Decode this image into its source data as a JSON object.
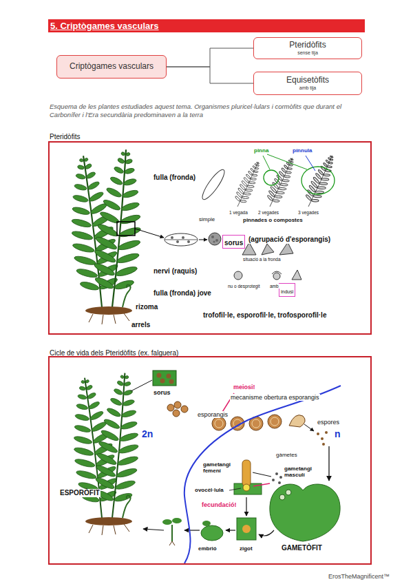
{
  "diagram": {
    "title": "5. Criptògames vasculars",
    "caption": "Esquema de les plantes estudiades aquest tema. Organismes pluricel·lulars i cormòfits que durant el Carbonífer i l'Era secundària predominaven a la terra",
    "nodes": [
      {
        "text": [
          "Criptògames vasculars"
        ]
      },
      {
        "text": [
          "Pteridòfits",
          "sense tija"
        ]
      },
      {
        "text": [
          "Equisetòfits",
          "amb tija"
        ]
      },
      {
        "text": [
          "Pteridòfits"
        ]
      },
      {
        "text": [
          "sorus"
        ],
        "in": 3
      },
      {
        "text": [
          "indusi"
        ],
        "in": 3
      },
      {
        "text": [
          "Cicle de vida dels Pteridòfits (ex. falguera)"
        ]
      }
    ],
    "edges": [
      {
        "from": 0,
        "to": 1,
        "arrow": "none"
      },
      {
        "from": 0,
        "to": 2,
        "arrow": "none"
      }
    ],
    "labels": [
      "fulla (fronda)",
      "pinna",
      "pínnula",
      "simple",
      "1 vegada",
      "2 vegades",
      "3 vegades",
      "pinnades o compostes",
      "(agrupació d'esporangis)",
      "situació a la fronda",
      "nervi (raquis)",
      "fulla (fronda) jove",
      "nu o desprotegit",
      "amb",
      "rizoma",
      "arrels",
      "trofofil·le, esporofil·le, trofosporofil·le",
      "sorus",
      "meiosi!",
      "mecanisme obertura esporangis",
      "esporangis",
      "2n",
      "n",
      "espores",
      "gàmetes",
      "gametangi femení",
      "gametangi masculí",
      "ovocèl·lula",
      "fecundació!",
      "ESPORÒFIT",
      "embrió",
      "zigot",
      "GAMETÒFIT",
      "ErosTheMagnificent™"
    ]
  }
}
